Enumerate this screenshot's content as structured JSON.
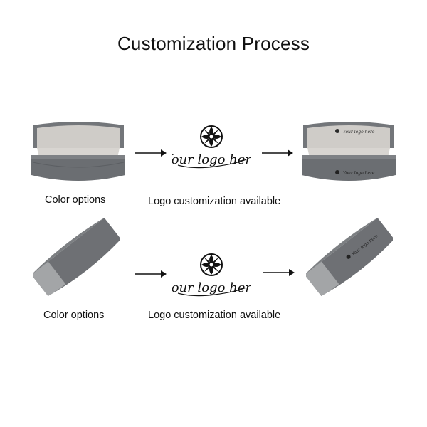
{
  "title": "Customization Process",
  "rows": [
    {
      "left_caption": "Color options",
      "middle_caption": "Logo customization available",
      "logo_text": "Your logo here",
      "engraved_text": "Your logo here"
    },
    {
      "left_caption": "Color options",
      "middle_caption": "Logo customization available",
      "logo_text": "Your logo here",
      "engraved_text": "Your logo here"
    }
  ],
  "colors": {
    "case_gray": "#6f7174",
    "case_light": "#a2a4a6",
    "interior": "#c9c6c2",
    "ink": "#111111"
  },
  "icons": [
    "open-case",
    "floral-logo-mark",
    "arrow-right",
    "closed-case"
  ]
}
